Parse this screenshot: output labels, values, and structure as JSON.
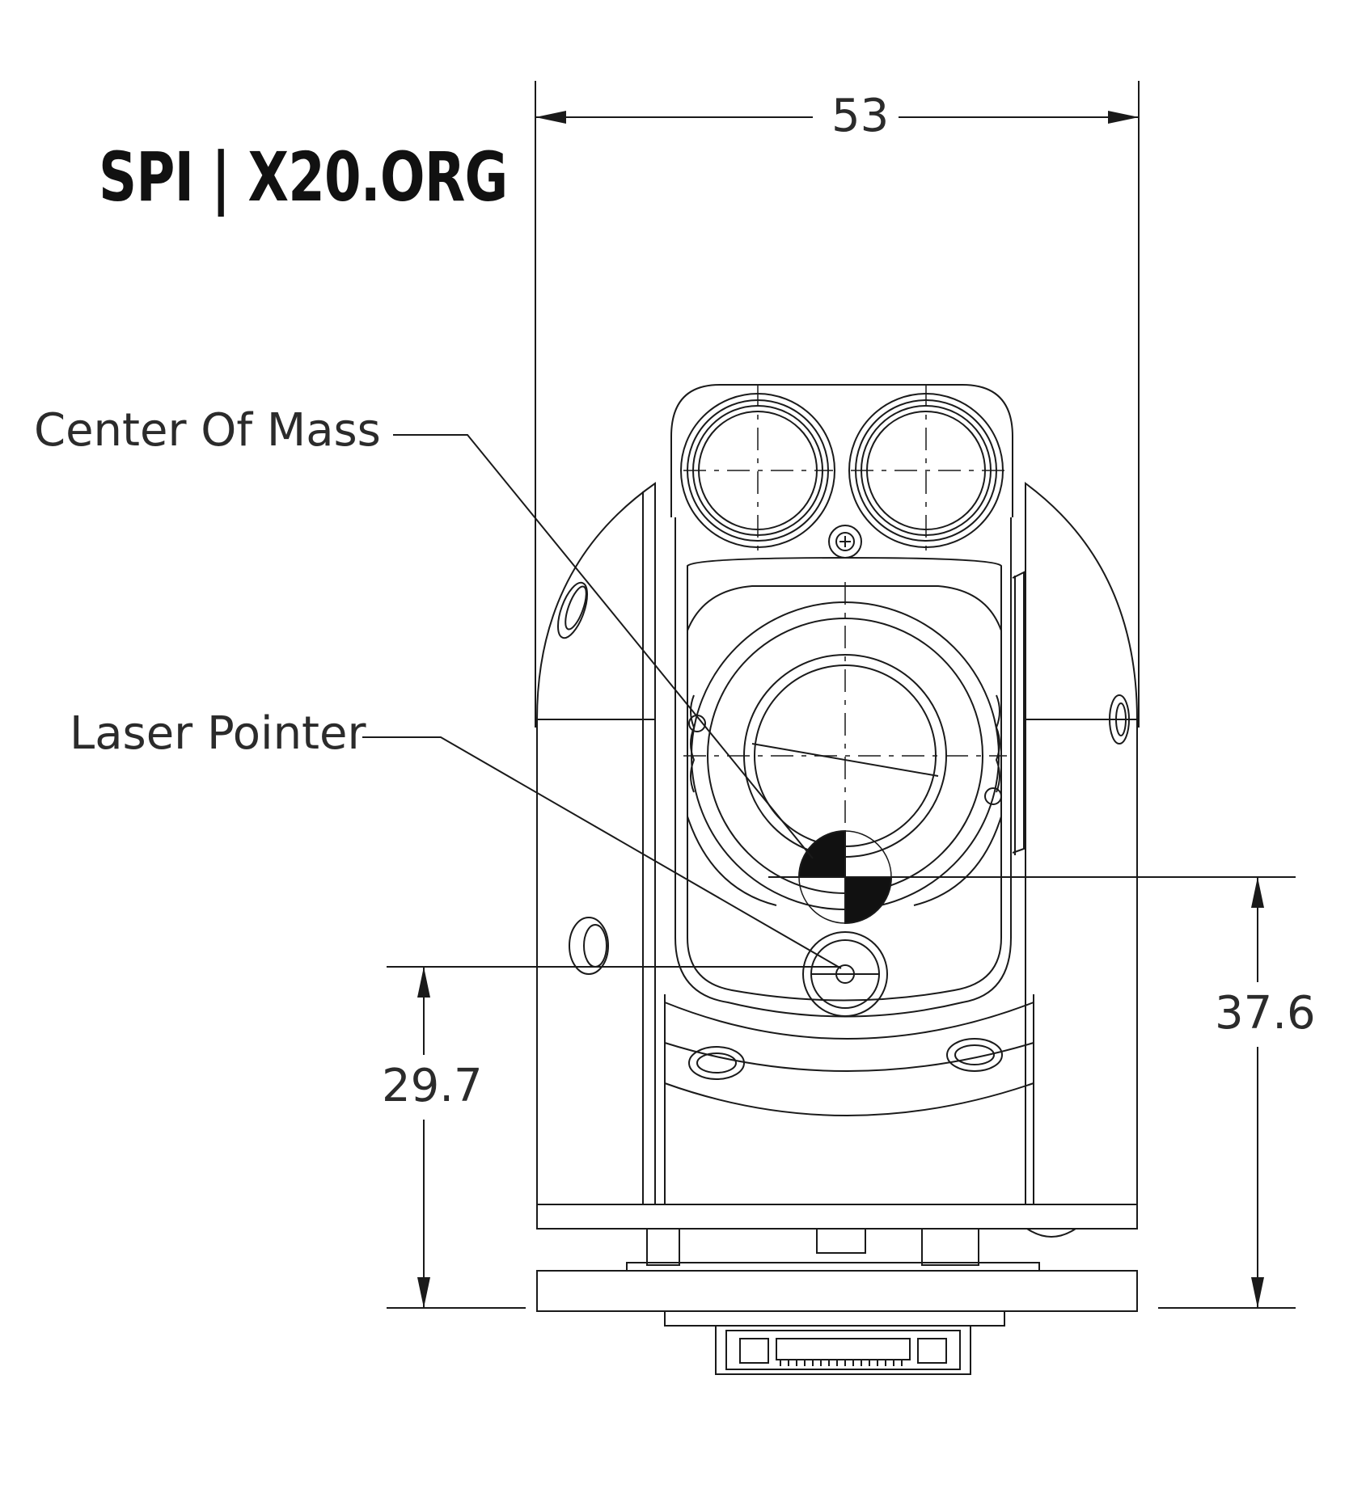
{
  "brand": {
    "text": "SPI | X20.ORG"
  },
  "callouts": {
    "center_of_mass": "Center Of Mass",
    "laser_pointer": "Laser Pointer"
  },
  "dimensions": {
    "width": "53",
    "laser_height": "29.7",
    "com_height": "37.6"
  },
  "colors": {
    "line": "#1a1a1a",
    "text": "#2b2b2b"
  }
}
